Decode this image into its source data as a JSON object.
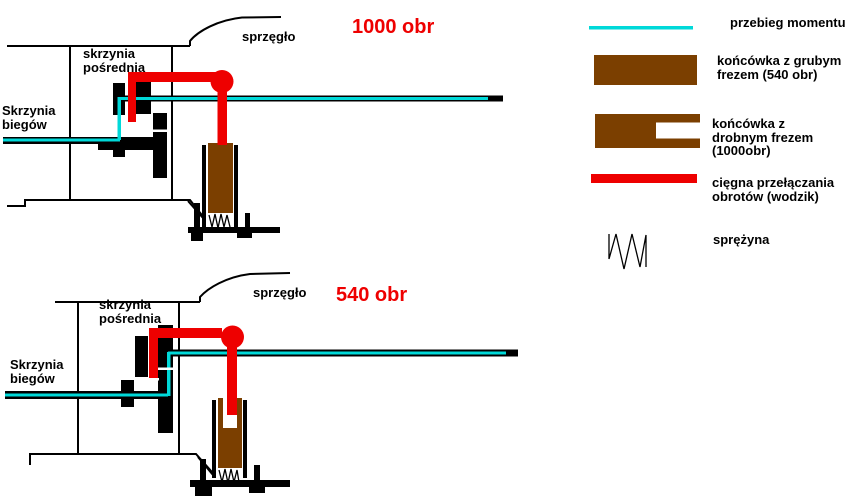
{
  "colors": {
    "background": "#ffffff",
    "line_black": "#000000",
    "torque_cyan": "#00d9d9",
    "rod_red": "#ee0000",
    "spline_brown": "#7b3f00",
    "title_red": "#ee0000"
  },
  "diagrams": [
    {
      "title": "1000 obr",
      "labels": {
        "gearbox": "Skrzynia\nbiegów",
        "intermediate_box": "skrzynia\npośrednia",
        "clutch": "sprzęgło"
      }
    },
    {
      "title": "540 obr",
      "labels": {
        "gearbox": "Skrzynia\nbiegów",
        "intermediate_box": "skrzynia\npośrednia",
        "clutch": "sprzęgło"
      }
    }
  ],
  "legend": {
    "items": [
      {
        "symbol": "torque-line",
        "label": "przebieg momentu"
      },
      {
        "symbol": "coarse-spline-end",
        "label": "końcówka z grubym\nfrezem (540 obr)"
      },
      {
        "symbol": "fine-spline-end",
        "label": "końcówka z\ndrobnym frezem\n(1000obr)"
      },
      {
        "symbol": "shift-rod",
        "label": "cięgna przełączania\nobrotów (wodzik)"
      },
      {
        "symbol": "spring",
        "label": "sprężyna"
      }
    ]
  }
}
